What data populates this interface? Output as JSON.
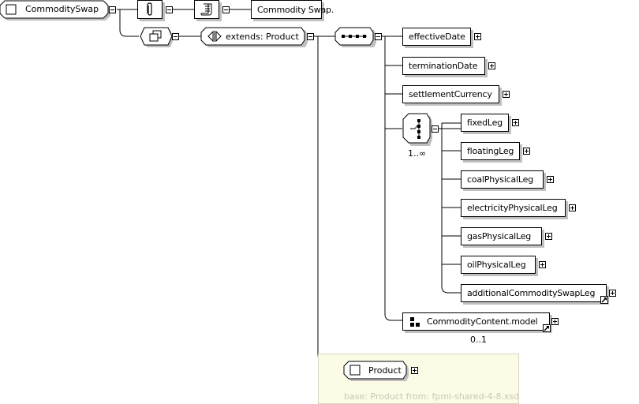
{
  "root": {
    "name": "CommoditySwap"
  },
  "annotation": {
    "documentation": "Commodity Swap."
  },
  "extension": {
    "label": "extends: Product"
  },
  "sequence_elements": [
    {
      "name": "effectiveDate"
    },
    {
      "name": "terminationDate"
    },
    {
      "name": "settlementCurrency"
    }
  ],
  "choice": {
    "occurrence": "1..∞",
    "elements": [
      {
        "name": "fixedLeg"
      },
      {
        "name": "floatingLeg"
      },
      {
        "name": "coalPhysicalLeg"
      },
      {
        "name": "electricityPhysicalLeg"
      },
      {
        "name": "gasPhysicalLeg"
      },
      {
        "name": "oilPhysicalLeg"
      },
      {
        "name": "additionalCommoditySwapLeg"
      }
    ]
  },
  "group_ref": {
    "name": "CommodityContent.model",
    "occurrence": "0..1"
  },
  "base_type": {
    "name": "Product",
    "info": "base: Product from: fpml-shared-4-8.xsd"
  }
}
